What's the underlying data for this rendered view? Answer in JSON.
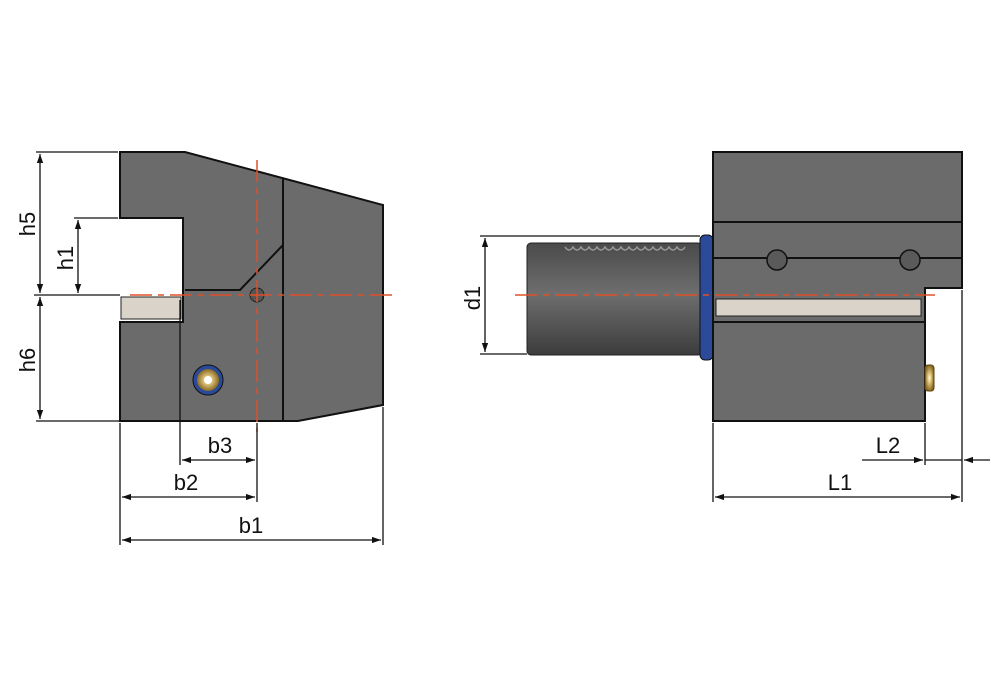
{
  "drawing": {
    "front_view": {
      "dimensions": {
        "h5": "h5",
        "h1": "h1",
        "h6": "h6",
        "b1": "b1",
        "b2": "b2",
        "b3": "b3"
      }
    },
    "side_view": {
      "dimensions": {
        "d1": "d1",
        "L1": "L1",
        "L2": "L2"
      }
    },
    "colors": {
      "body": "#6b6b6b",
      "insert": "#d9d3c9",
      "centerline": "#e0502a",
      "ring": "#2b4a9a",
      "screw": "#c9a040"
    }
  }
}
